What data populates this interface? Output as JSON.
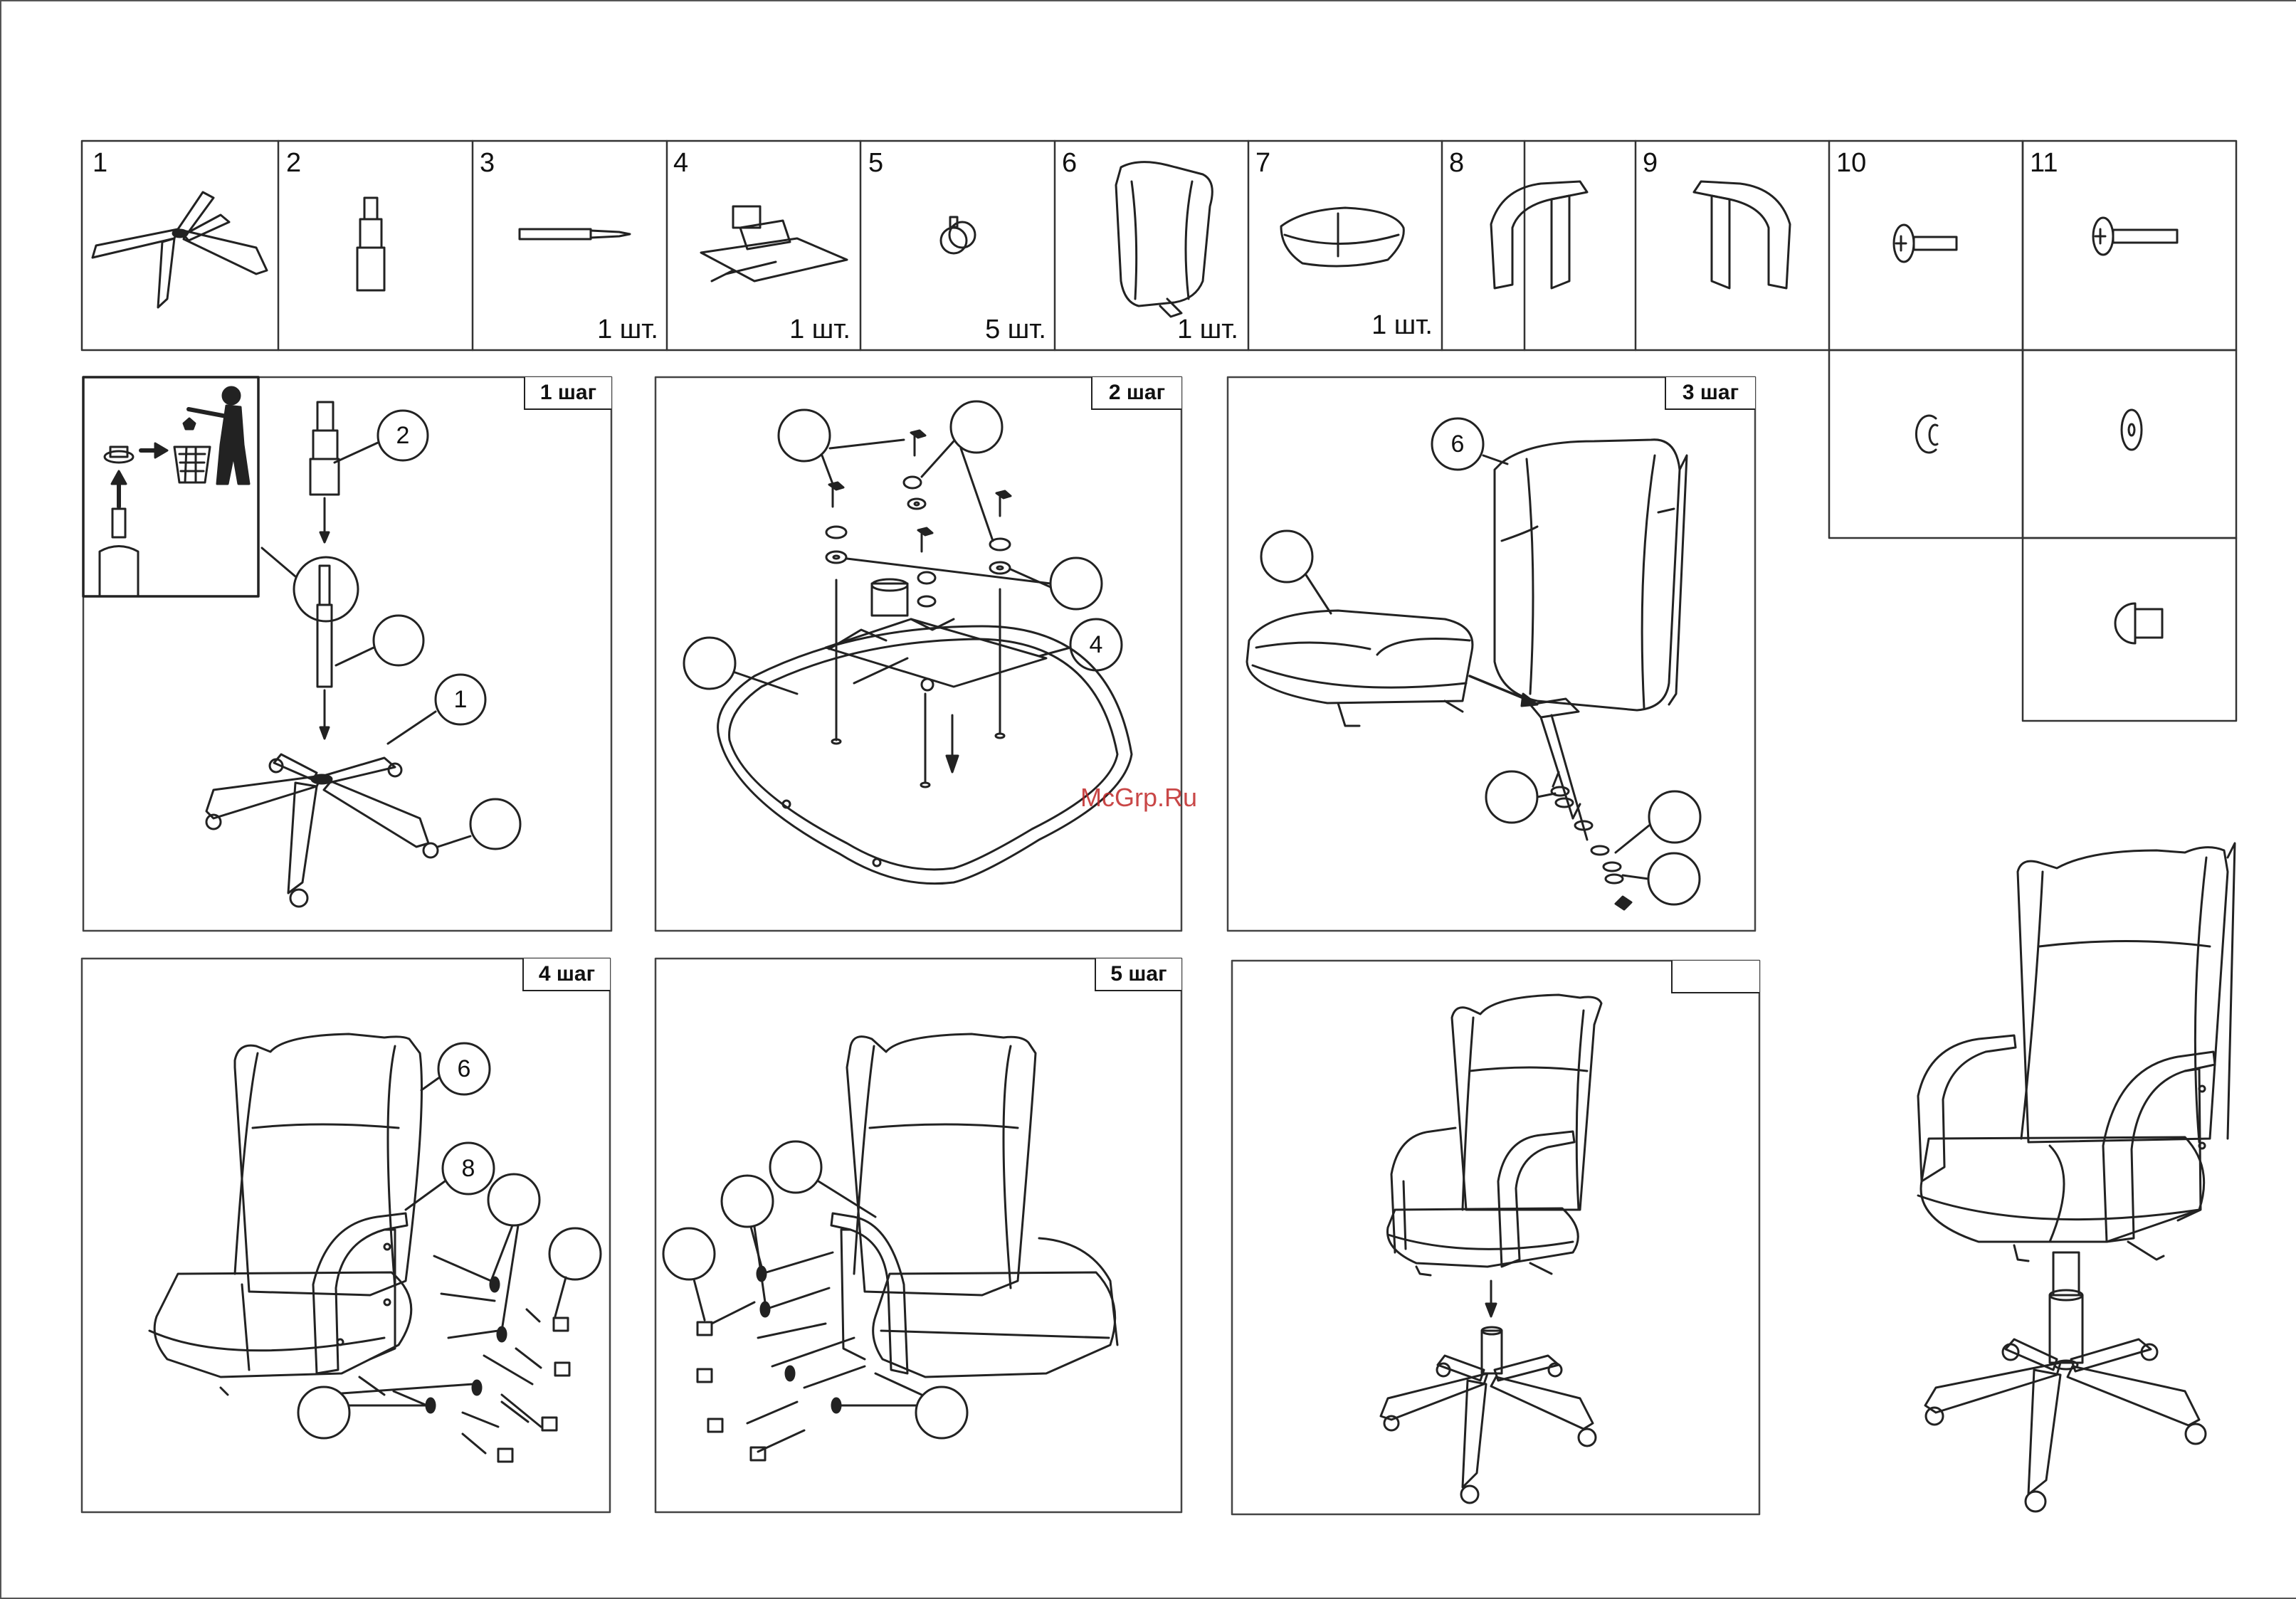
{
  "parts": [
    {
      "num": "1",
      "qty": ""
    },
    {
      "num": "2",
      "qty": ""
    },
    {
      "num": "3",
      "qty": "1 шт."
    },
    {
      "num": "4",
      "qty": "1 шт."
    },
    {
      "num": "5",
      "qty": "5 шт."
    },
    {
      "num": "6",
      "qty": "1 шт."
    },
    {
      "num": "7",
      "qty": "1 шт."
    },
    {
      "num": "8",
      "qty": ""
    },
    {
      "num": "9",
      "qty": ""
    },
    {
      "num": "10",
      "qty": ""
    },
    {
      "num": "11",
      "qty": ""
    }
  ],
  "steps": [
    {
      "label": "1 шаг"
    },
    {
      "label": "2 шаг"
    },
    {
      "label": "3 шаг"
    },
    {
      "label": "4 шаг"
    },
    {
      "label": "5 шаг"
    },
    {
      "label": ""
    }
  ],
  "callouts": {
    "step1_top": "2",
    "step1_base": "1",
    "step2_mechanism": "4",
    "step3_back": "6",
    "step4_back": "6",
    "step4_arm": "8"
  },
  "watermark": "McGrp.Ru"
}
